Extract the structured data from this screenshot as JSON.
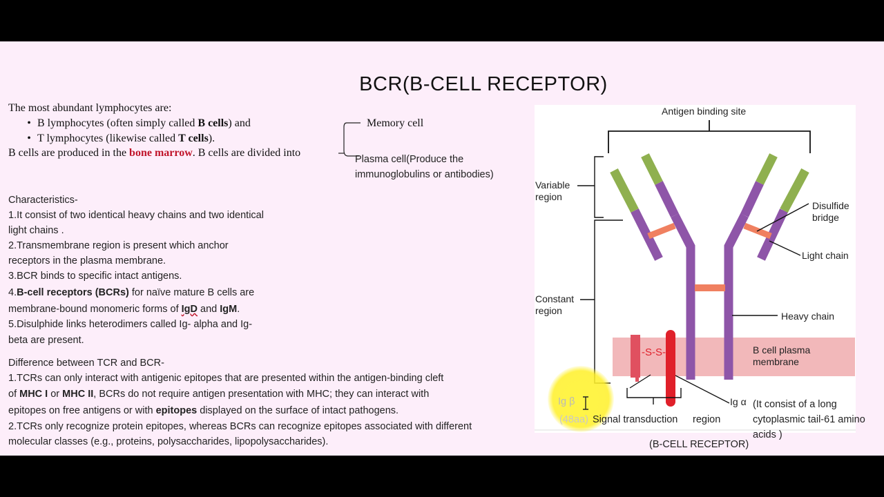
{
  "slide": {
    "title": "BCR(B-CELL RECEPTOR)",
    "intro": {
      "lead": "The most abundant lymphocytes are:",
      "bullet1_a": "B lymphocytes (often simply called ",
      "bullet1_b": "B cells",
      "bullet1_c": ") and",
      "bullet2_a": "T lymphocytes (likewise called ",
      "bullet2_b": "T cells",
      "bullet2_c": ").",
      "produced_a": "B cells are produced in the ",
      "produced_b": "bone marrow",
      "produced_c": ". B cells are divided into",
      "memory": "Memory cell",
      "plasma_1": "Plasma cell(Produce the",
      "plasma_2": "immunoglobulins or antibodies)"
    },
    "characteristics": {
      "heading": "Characteristics-",
      "l1": "1.It consist of two identical heavy chains and two identical",
      "l2": "light chains .",
      "l3": "2.Transmembrane region is present which anchor",
      "l4": "receptors in the plasma membrane.",
      "l5": "3.BCR binds to specific intact antigens.",
      "l6_a": "4.",
      "l6_b": "B-cell receptors (BCRs)",
      "l6_c": " for naïve mature B cells are",
      "l7_a": "membrane-bound monomeric forms of ",
      "l7_b": "IgD",
      "l7_c": " and ",
      "l7_d": "IgM",
      "l7_e": ".",
      "l8": "5.Disulphide links heterodimers called Ig- alpha and Ig-",
      "l9": "beta are present."
    },
    "difference": {
      "heading": "Difference between TCR and BCR-",
      "l1": "1.TCRs can only interact with antigenic epitopes that are presented within the antigen-binding cleft",
      "l2_a": "of ",
      "l2_b": "MHC I",
      "l2_c": " or ",
      "l2_d": "MHC II",
      "l2_e": ", BCRs do not require antigen presentation with MHC; they can interact with",
      "l3_a": "epitopes on free antigens or with ",
      "l3_b": "epitopes",
      "l3_c": " displayed on the surface of intact pathogens.",
      "l4": "2.TCRs only recognize protein epitopes, whereas BCRs can recognize epitopes associated with different",
      "l5": "molecular classes (e.g., proteins, polysaccharides, lipopolysaccharides)."
    },
    "figure": {
      "antigen_binding_site": "Antigen binding site",
      "variable_1": "Variable",
      "variable_2": "region",
      "constant_1": "Constant",
      "constant_2": "region",
      "disulfide_1": "Disulfide",
      "disulfide_2": "bridge",
      "light_chain": "Light chain",
      "heavy_chain": "Heavy chain",
      "membrane_1": "B cell plasma",
      "membrane_2": "membrane",
      "ss": "-S-S-",
      "ig_beta": "Ig β",
      "aa48": "(48aa)",
      "signal": "Signal transduction",
      "region": "region",
      "ig_alpha": "Ig α",
      "tail_1": "(It consist of a long",
      "tail_2": "cytoplasmic tail-61 amino",
      "tail_3": "acids )",
      "caption": "(B-CELL RECEPTOR)"
    }
  },
  "colors": {
    "slide_bg": "#fdeefa",
    "variable_green": "#8fb04f",
    "constant_purple": "#8e55a8",
    "disulfide_orange": "#f08060",
    "membrane_pink": "#f2b8ba",
    "ig_red": "#e0202a",
    "emphasis_red": "#c0152a"
  }
}
